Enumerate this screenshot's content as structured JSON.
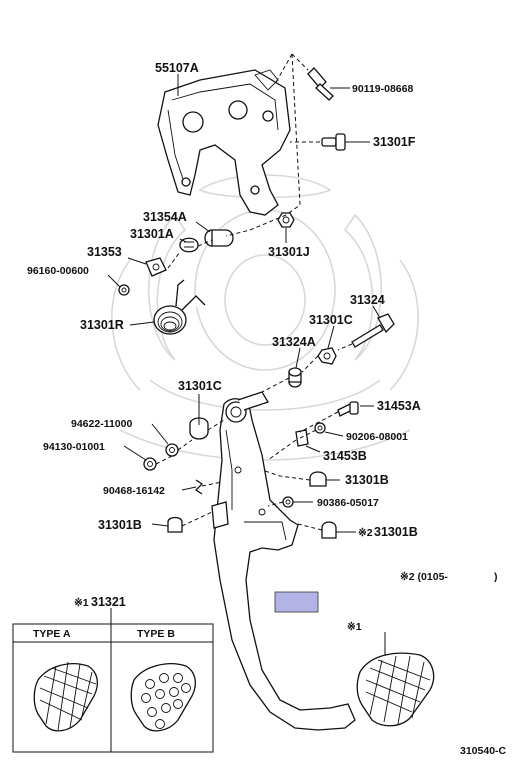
{
  "labels": {
    "p55107A": "55107A",
    "p90119": "90119-08668",
    "p31301F": "31301F",
    "p31354A": "31354A",
    "p31301A": "31301A",
    "p31353": "31353",
    "p31301J": "31301J",
    "p96160": "96160-00600",
    "p31301R": "31301R",
    "p31324": "31324",
    "p31301C_top": "31301C",
    "p31324A": "31324A",
    "p31301C_mid": "31301C",
    "p31453A": "31453A",
    "p94622": "94622-11000",
    "p90206": "90206-08001",
    "p94130": "94130-01001",
    "p31453B": "31453B",
    "p31301B_r1": "31301B",
    "p90468": "90468-16142",
    "p90386": "90386-05017",
    "p31301B_left": "31301B",
    "p31301B_r2": "31301B",
    "note_mark2": "※2",
    "note2": "※2 (0105-",
    "note2_close": ")",
    "mark1": "※1",
    "p31321": "31321",
    "mark1_pad": "※1",
    "code": "310540-C"
  },
  "type_box": {
    "col_a": "TYPE  A",
    "col_b": "TYPE  B"
  },
  "highlight_color": "#b3b3e6",
  "line_color": "#111111"
}
